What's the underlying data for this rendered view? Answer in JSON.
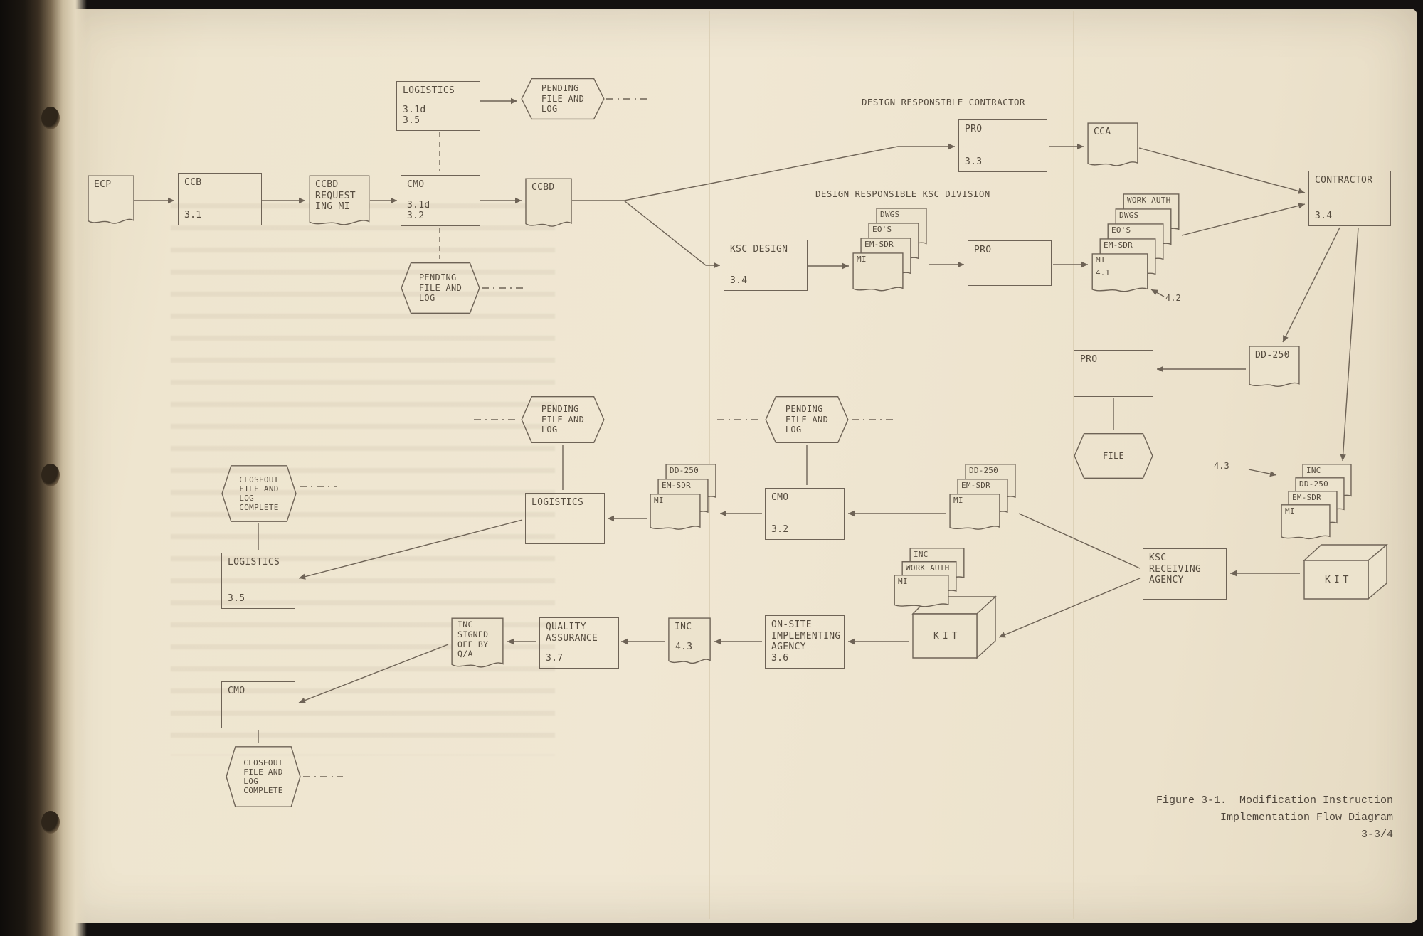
{
  "page": {
    "paper_color": "#ece3cd",
    "ink_color": "#564c3f",
    "line_color": "#6e6356"
  },
  "section_labels": {
    "contractor_path": "DESIGN RESPONSIBLE CONTRACTOR",
    "ksc_path": "DESIGN RESPONSIBLE KSC DIVISION"
  },
  "nodes": {
    "ecp": {
      "shape": "document",
      "label": "ECP"
    },
    "ccb": {
      "shape": "process",
      "label": "CCB",
      "number": "3.1"
    },
    "ccbd_requesting_mi": {
      "shape": "document",
      "label": "CCBD\nREQUEST\nING MI"
    },
    "cmo_top": {
      "shape": "process",
      "label": "CMO",
      "number": "3.1d\n3.2"
    },
    "ccbd": {
      "shape": "document",
      "label": "CCBD"
    },
    "logistics_top": {
      "shape": "process",
      "label": "LOGISTICS",
      "number": "3.1d\n3.5"
    },
    "pending_top": {
      "shape": "hexagon",
      "label": "PENDING\nFILE AND\nLOG"
    },
    "pending_below_cmo": {
      "shape": "hexagon",
      "label": "PENDING\nFILE AND\nLOG"
    },
    "pro_contractor": {
      "shape": "process",
      "label": "PRO",
      "number": "3.3"
    },
    "cca": {
      "shape": "document",
      "label": "CCA"
    },
    "contractor": {
      "shape": "process",
      "label": "CONTRACTOR",
      "number": "3.4"
    },
    "ksc_design": {
      "shape": "process",
      "label": "KSC DESIGN",
      "number": "3.4"
    },
    "pro_ksc": {
      "shape": "process",
      "label": "PRO"
    },
    "dd250": {
      "shape": "document",
      "label": "DD-250"
    },
    "pro_right": {
      "shape": "process",
      "label": "PRO"
    },
    "file": {
      "shape": "hexagon",
      "label": "FILE"
    },
    "pending_logistics": {
      "shape": "hexagon",
      "label": "PENDING\nFILE AND\nLOG"
    },
    "logistics_mid": {
      "shape": "process",
      "label": "LOGISTICS"
    },
    "pending_cmo2": {
      "shape": "hexagon",
      "label": "PENDING\nFILE AND\nLOG"
    },
    "cmo_32": {
      "shape": "process",
      "label": "CMO",
      "number": "3.2"
    },
    "ksc_receiving": {
      "shape": "process",
      "label": "KSC\nRECEIVING\nAGENCY"
    },
    "kit_right": {
      "shape": "kit_box",
      "label": "KIT"
    },
    "kit_mid": {
      "shape": "kit_box",
      "label": "KIT"
    },
    "closeout_top": {
      "shape": "hexagon",
      "label": "CLOSEOUT\nFILE AND\nLOG\nCOMPLETE"
    },
    "logistics_35": {
      "shape": "process",
      "label": "LOGISTICS",
      "number": "3.5"
    },
    "cmo_low": {
      "shape": "process",
      "label": "CMO"
    },
    "closeout_bottom": {
      "shape": "hexagon",
      "label": "CLOSEOUT\nFILE AND\nLOG\nCOMPLETE"
    },
    "inc_signed": {
      "shape": "document",
      "label": "INC\nSIGNED\nOFF BY\nQ/A"
    },
    "quality_assurance": {
      "shape": "process",
      "label": "QUALITY\nASSURANCE",
      "number": "3.7"
    },
    "inc_43": {
      "shape": "document",
      "label": "INC",
      "number": "4.3"
    },
    "onsite": {
      "shape": "process",
      "label": "ON-SITE\nIMPLEMENTING\nAGENCY",
      "number": "3.6"
    }
  },
  "stacks": {
    "ksc_design_docs": {
      "sheets": [
        "DWGS",
        "EO'S",
        "EM-SDR",
        "MI"
      ]
    },
    "contractor_docs": {
      "sheets": [
        "WORK AUTH",
        "DWGS",
        "EO'S",
        "EM-SDR",
        "MI"
      ],
      "number": "4.1"
    },
    "kit_docs": {
      "sheets": [
        "INC",
        "DD-250",
        "EM-SDR",
        "MI"
      ]
    },
    "logistics_docs": {
      "sheets": [
        "DD-250",
        "EM-SDR",
        "MI"
      ]
    },
    "cmo_docs": {
      "sheets": [
        "DD-250",
        "EM-SDR",
        "MI"
      ]
    },
    "onsite_docs": {
      "sheets": [
        "INC",
        "WORK AUTH",
        "MI"
      ]
    }
  },
  "annotations": {
    "ref_42": "4.2",
    "ref_43": "4.3"
  },
  "caption": {
    "line1": "Figure 3-1.  Modification Instruction",
    "line2": "Implementation Flow Diagram",
    "line3": "3-3/4"
  }
}
